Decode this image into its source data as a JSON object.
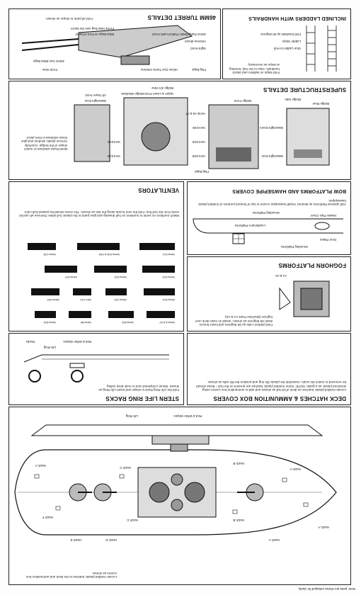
{
  "sheet": {
    "corner_note": "Note: parts are shown enlarged for clarity",
    "paper_color": "#fdfdfd",
    "ink_color": "#111111"
  },
  "hull_plan": {
    "hatches": [
      "Hatch A",
      "Hatch A",
      "Hatch B",
      "Hatch B",
      "Hatch C",
      "Hatch C",
      "Hatch D",
      "Hatch E",
      "Hatch F",
      "Hatch A",
      "Hatch A"
    ],
    "notes": {
      "red_white": "Red & White Stripes",
      "life_ring": "Life Ring",
      "deck_note": "Locate molded plastic hatches to the deck and ammunition box covers as shown."
    }
  },
  "deck_hatches": {
    "title": "Deck Hatches & Ammunition Box Covers",
    "body": "Locate molded plastic hatches on deck of kit hull as shown and add to ammunition box covers using stretched plastic as a guide. NOTE: Some molded plastic hatches are present on the hull – these should be removed to match the scale. Assemble the plastic life ring and position the life rafts as shown."
  },
  "stern_life_ring": {
    "title": "Stern Life Ring Racks",
    "labels": [
      "Life Ring",
      "Racks",
      "Red & White Stripes"
    ],
    "body": "Fold the Life Ring Rack to shape and insert Life Ring as shown. Mount completed rack to main deck railing."
  },
  "foghorn": {
    "title": "Foghorn Platforms",
    "body": "Fold platform rails up 90 degrees and lower braces down 90 degrees as shown. Install on main deck over foghorn (Machine Parts A1 & A2).",
    "labels": [
      "A1 & A2"
    ]
  },
  "ventilators": {
    "title": "Ventilators",
    "body": "Match numbers on vents to numbers on hull drawing and glue parts to the plastic hull sides. Remove all cast kit vents from the hull first. Fold the vent hoods along the line as shown. The vents should be painted hull color.",
    "vents": [
      "Vents A & A7",
      "Vents B11",
      "Vents B6",
      "Vents B10",
      "Vents B14",
      "Vents C20",
      "Vent C22",
      "Vents D26",
      "Vents E29",
      "Vents E32",
      "Vents E37",
      "Vents H11",
      "Vents H18 & H18",
      "Vents C48"
    ]
  },
  "bow_platforms": {
    "title": "Bow Platforms and Hawsepipe Covers",
    "body": "Add optional Platforms as desired. Install hawsepipe covers to top of forward portions of molded plastic hawsepipes.",
    "labels": [
      "Sounding Platforms",
      "Sounding Platforms",
      "Leadsman's Platforms",
      "Door Plates",
      "Hawse Pipe Cover"
    ]
  },
  "superstructure": {
    "title": "Superstructure Details",
    "labels": [
      "Bridge Rear",
      "Bridge Side",
      "Bridge Front",
      "Flag Bags",
      "Watertight Door",
      "Watertight Doors",
      "Vent D28",
      "Vent D29",
      "Vent E36",
      "Vents A5 & A7",
      "Vent E38",
      "Vent E35",
      "Upper & Lower Front Bridge Windows",
      "Bridge 3/4 View",
      "Watertight Door",
      "Aft Tower Front"
    ],
    "body": "Bend brass windows to match shape of the bridge. Carefully remove plastic window and glue brass windows in their place."
  },
  "ladders": {
    "title": "Inclined Ladders with Handrails",
    "body": "Fold steps on ladders and attach handrails. Glue to the hull, bending at steps as necessary.",
    "labels": [
      "Fold handrails up 90 degrees",
      "Ladder Steps",
      "Glue Ladder to Hull"
    ]
  },
  "turret": {
    "title": "46mm Turret Details",
    "body": "Fold all parts to shape as shown.",
    "labels": [
      "Front View",
      "46mm Gun Blast Bags",
      "Flag Bags",
      "Above Gun Turret Antenna",
      "Blast Bags on front of barrel",
      "Fit the blast bag over the barrel",
      "Sight Hood",
      "Antenna Mount",
      "46mm Rangefinder Platform with Hood"
    ]
  }
}
